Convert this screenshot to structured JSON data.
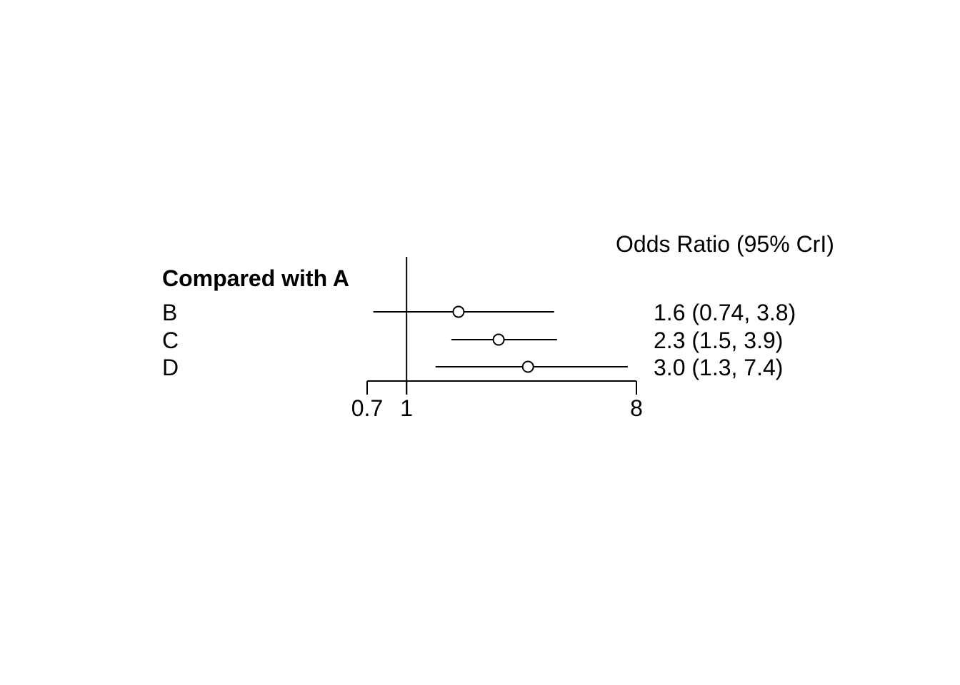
{
  "chart_data": {
    "type": "forest",
    "title": "Compared with A",
    "column_header": "Odds Ratio (95% CrI)",
    "scale": "log",
    "xlim": [
      0.7,
      8
    ],
    "reference_line": 1,
    "ticks": [
      0.7,
      1,
      8
    ],
    "tick_labels": [
      "0.7",
      "1",
      "8"
    ],
    "rows": [
      {
        "label": "B",
        "estimate": 1.6,
        "lower": 0.74,
        "upper": 3.8,
        "text": "1.6 (0.74, 3.8)"
      },
      {
        "label": "C",
        "estimate": 2.3,
        "lower": 1.5,
        "upper": 3.9,
        "text": "2.3 (1.5, 3.9)"
      },
      {
        "label": "D",
        "estimate": 3.0,
        "lower": 1.3,
        "upper": 7.4,
        "text": "3.0 (1.3, 7.4)"
      }
    ]
  }
}
